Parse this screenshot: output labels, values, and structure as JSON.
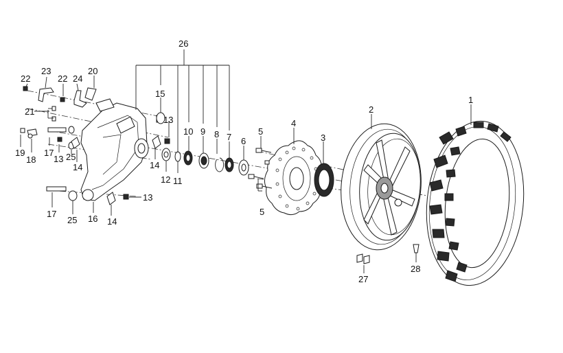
{
  "labels": {
    "p1": "1",
    "p2": "2",
    "p3": "3",
    "p4": "4",
    "p5a": "5",
    "p5b": "5",
    "p6": "6",
    "p7": "7",
    "p8": "8",
    "p9": "9",
    "p10": "10",
    "p11": "11",
    "p12": "12",
    "p13a": "13",
    "p13b": "13",
    "p13c": "13",
    "p14a": "14",
    "p14b": "14",
    "p14c": "14",
    "p15": "15",
    "p16": "16",
    "p17a": "17",
    "p17b": "17",
    "p18": "18",
    "p19": "19",
    "p20": "20",
    "p21": "21",
    "p22a": "22",
    "p22b": "22",
    "p23": "23",
    "p24": "24",
    "p25a": "25",
    "p25b": "25",
    "p26": "26",
    "p27": "27",
    "p28": "28"
  }
}
